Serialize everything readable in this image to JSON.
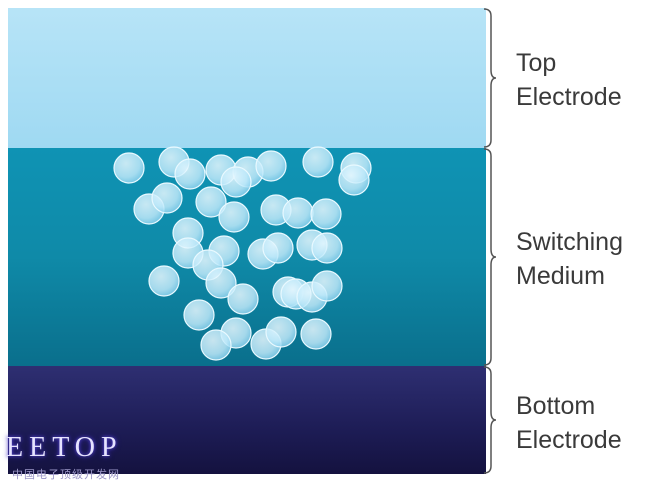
{
  "layers": {
    "top_label": "Top\nElectrode",
    "medium_label": "Switching\nMedium",
    "bottom_label": "Bottom\nElectrode"
  },
  "colors": {
    "top_electrode": "#a9dff5",
    "switching_medium": "#0f8aa8",
    "bottom_electrode": "#1d1c55",
    "particle_fill": "#cfeefb",
    "label_text": "#3a3a3a"
  },
  "watermark": {
    "text": "EETOP",
    "subtext": "中国电子顶级开发网"
  }
}
